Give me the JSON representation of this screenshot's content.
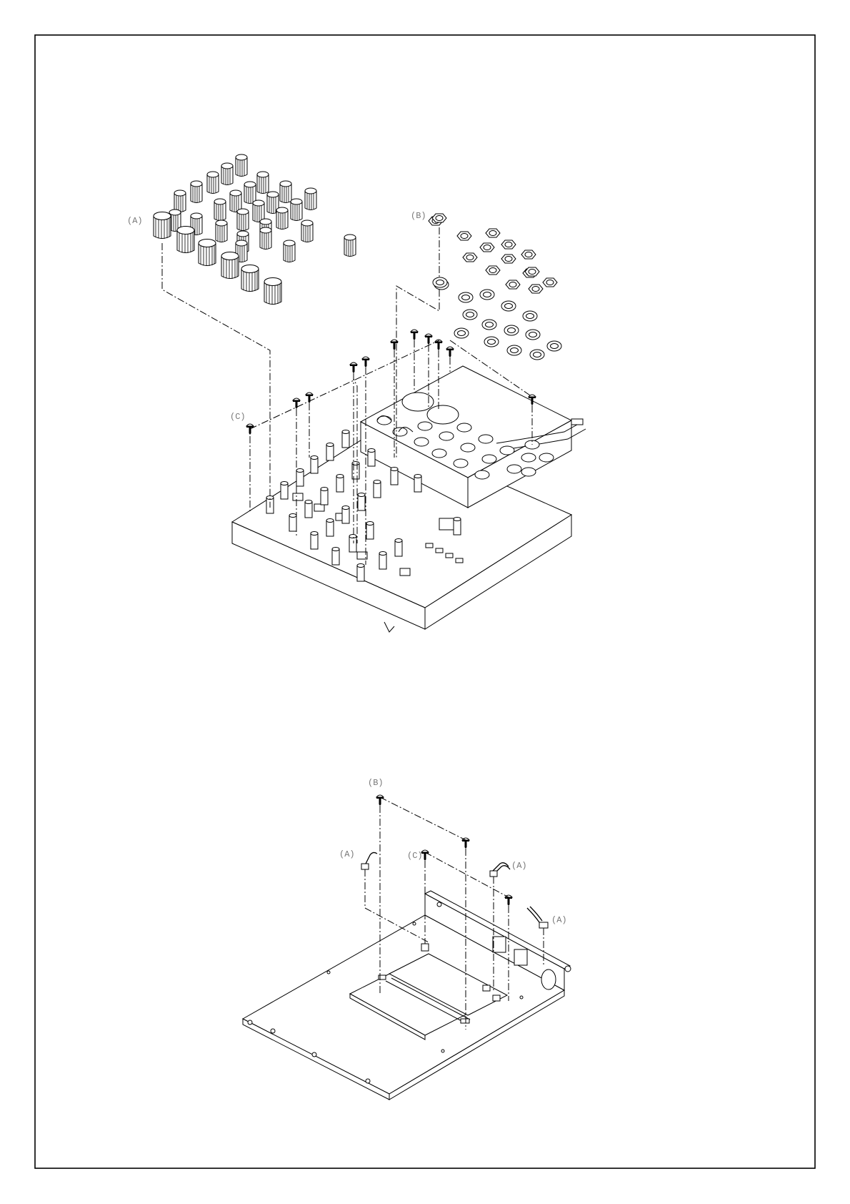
{
  "diagram": {
    "upper_assembly": {
      "labels": {
        "knobs": "(A)",
        "nuts_washers": "(B)",
        "screws": "(C)"
      }
    },
    "lower_assembly": {
      "labels": {
        "top_screw": "(B)",
        "mid_screw": "(C)",
        "cable_left": "(A)",
        "cable_mid": "(A)",
        "cable_right": "(A)"
      }
    }
  }
}
